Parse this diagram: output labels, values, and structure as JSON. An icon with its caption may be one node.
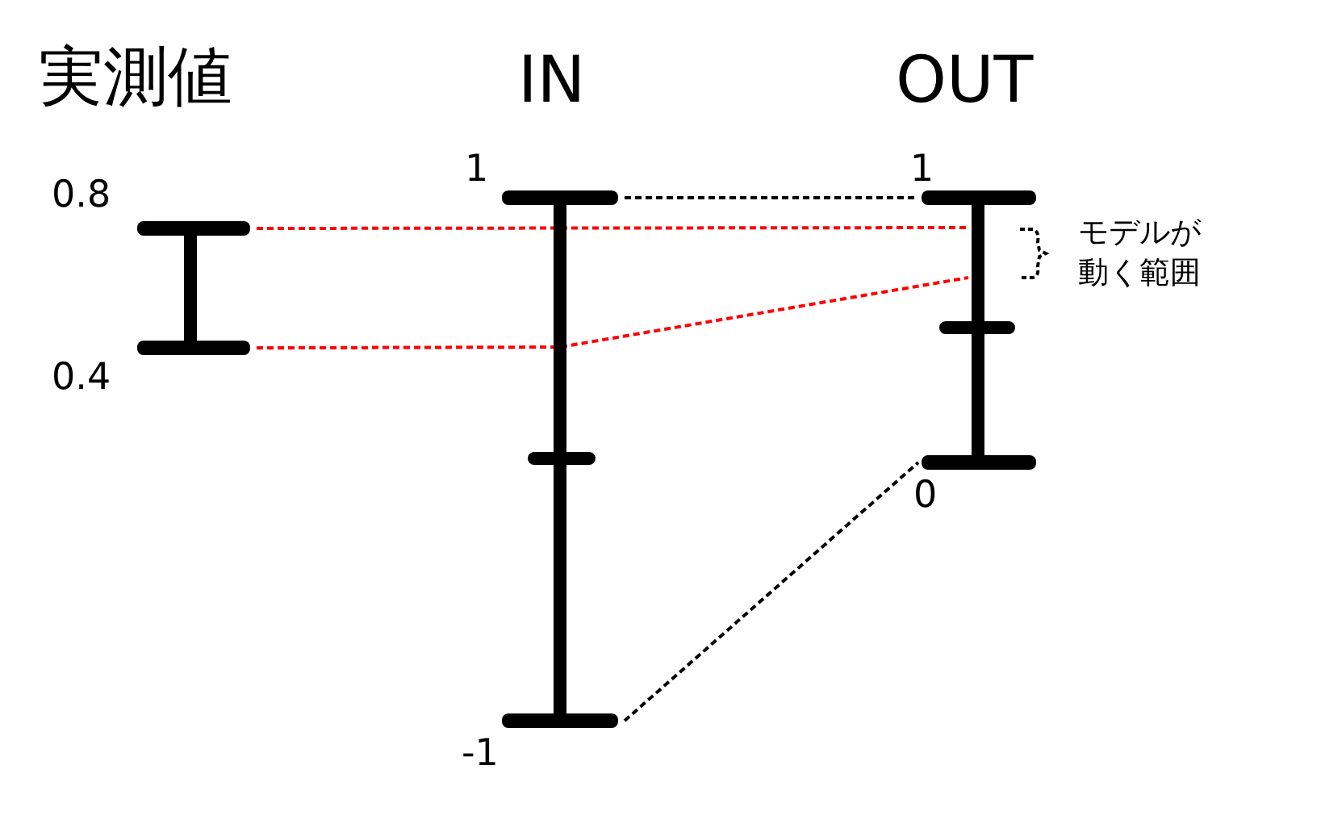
{
  "diagram": {
    "nodes": [
      {
        "text": [],
        "shape": "bar",
        "beside": [
          "0.8"
        ]
      },
      {
        "text": [],
        "shape": "bar",
        "beside": [
          "0.4"
        ]
      },
      {
        "text": [],
        "shape": "bar",
        "beside": [
          "1"
        ]
      },
      {
        "text": [],
        "shape": "bar",
        "beside": [
          "-1"
        ]
      },
      {
        "text": [],
        "shape": "bar",
        "beside": [
          "1"
        ]
      },
      {
        "text": [],
        "shape": "bar",
        "beside": [
          "0"
        ]
      }
    ],
    "edges": [
      {
        "from": 0,
        "to": null,
        "arrow": "none",
        "style": "dashed",
        "color": "#ff0000"
      },
      {
        "from": 1,
        "to": null,
        "arrow": "none",
        "style": "dashed",
        "color": "#ff0000"
      },
      {
        "from": 2,
        "to": 4,
        "arrow": "none",
        "style": "dashed"
      },
      {
        "from": 3,
        "to": 5,
        "arrow": "none",
        "style": "dashed"
      },
      {
        "from": 0,
        "to": 1,
        "arrow": "none",
        "style": "thick"
      },
      {
        "from": 2,
        "to": 3,
        "arrow": "none",
        "style": "thick"
      },
      {
        "from": 4,
        "to": 5,
        "arrow": "none",
        "style": "thick"
      }
    ],
    "labels": [
      "実測値",
      "IN",
      "OUT",
      "モデルが動く範囲"
    ]
  }
}
